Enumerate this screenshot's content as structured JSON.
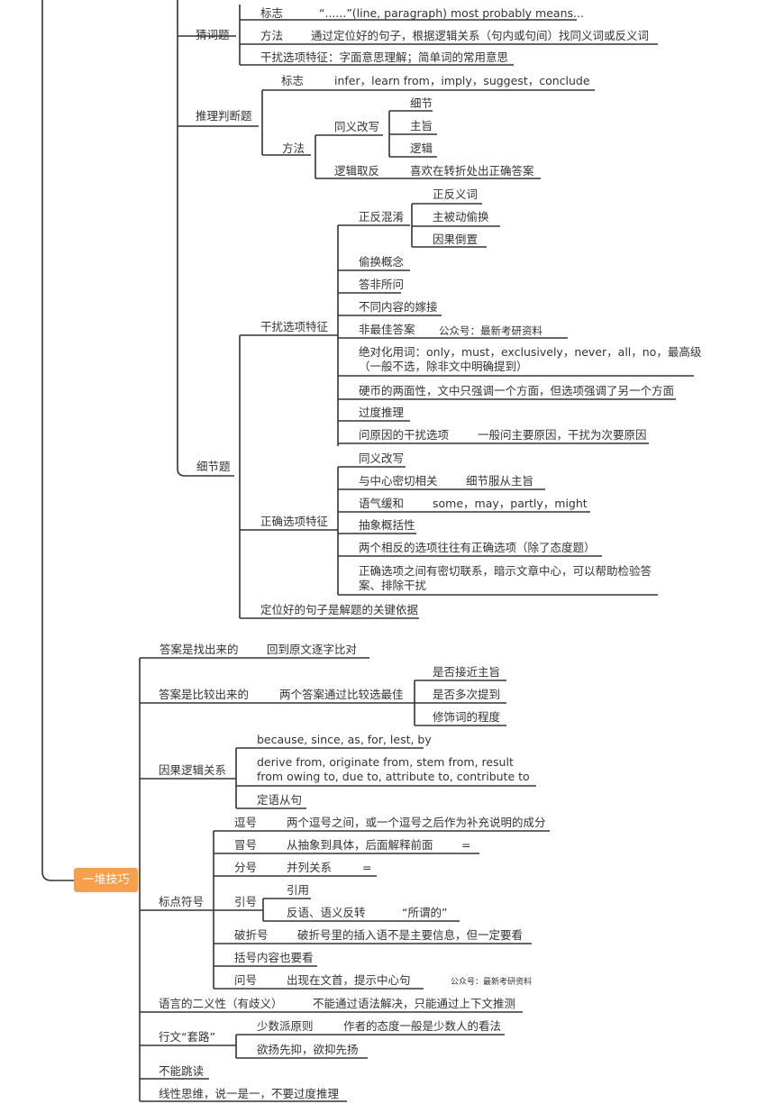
{
  "root": {
    "label": "一堆技巧"
  },
  "top": {
    "guess": {
      "title": "猜词题",
      "marker_label": "标志",
      "marker_value": "“......”(line, paragraph) most probably means...",
      "method_label": "方法",
      "method_value": "通过定位好的句子，根据逻辑关系（句内或句间）找同义词或反义词",
      "distractor": "干扰选项特征：字面意思理解；简单词的常用意思"
    },
    "inference": {
      "title": "推理判断题",
      "marker_label": "标志",
      "marker_value": "infer，learn from，imply，suggest，conclude",
      "method_label": "方法",
      "paraphrase": "同义改写",
      "paraphrase_items": [
        "细节",
        "主旨",
        "逻辑"
      ],
      "reverse": "逻辑取反",
      "reverse_value": "喜欢在转折处出正确答案"
    },
    "detail": {
      "title": "细节题",
      "distractor_title": "干扰选项特征",
      "mix": "正反混淆",
      "mix_items": [
        "正反义词",
        "主被动偷换",
        "因果倒置"
      ],
      "distractors": {
        "concept": "偷换概念",
        "off_topic": "答非所问",
        "graft": "不同内容的嫁接",
        "not_best": "非最佳答案",
        "watermark": "公众号：最新考研资料",
        "absolute_1": "绝对化用词：only，must，exclusively，never，all，no，最高级",
        "absolute_2": "（一般不选，除非文中明确提到）",
        "coin": "硬币的两面性，文中只强调一个方面，但选项强调了另一个方面",
        "over": "过度推理",
        "cause": "问原因的干扰选项",
        "cause_value": "一般问主要原因，干扰为次要原因"
      },
      "correct_title": "正确选项特征",
      "correct": {
        "paraphrase": "同义改写",
        "center": "与中心密切相关",
        "center_value": "细节服从主旨",
        "mild": "语气缓和",
        "mild_value": "some，may，partly，might",
        "abstract": "抽象概括性",
        "opposite": "两个相反的选项往往有正确选项（除了态度题）",
        "link": "正确选项之间有密切联系，暗示文章中心，可以帮助检验答案、排除干扰"
      },
      "key": "定位好的句子是解题的关键依据"
    }
  },
  "bottom": {
    "found_label": "答案是找出来的",
    "found_value": "回到原文逐字比对",
    "compared_label": "答案是比较出来的",
    "compared_value": "两个答案通过比较选最佳",
    "compared_items": [
      "是否接近主旨",
      "是否多次提到",
      "修饰词的程度"
    ],
    "causal_label": "因果逻辑关系",
    "causal_1": "because, since, as, for, lest, by",
    "causal_2": "derive from, originate from, stem from, result from owing to, due to, attribute to, contribute to",
    "causal_3": "定语从句",
    "punct_label": "标点符号",
    "comma_label": "逗号",
    "comma_value": "两个逗号之间，或一个逗号之后作为补充说明的成分",
    "colon_label": "冒号",
    "colon_value": "从抽象到具体，后面解释前面",
    "colon_sign": "=",
    "semicolon_label": "分号",
    "semicolon_value": "并列关系",
    "semicolon_sign": "=",
    "quote_label": "引号",
    "quote_items": [
      "引用",
      "反语、语义反转"
    ],
    "quote_example": "“所谓的”",
    "dash_label": "破折号",
    "dash_value": "破折号里的插入语不是主要信息，但一定要看",
    "paren": "括号内容也要看",
    "question_label": "问号",
    "question_value": "出现在文首，提示中心句",
    "watermark": "公众号：最新考研资料",
    "dual_label": "语言的二义性（有歧义）",
    "dual_value": "不能通过语法解决，只能通过上下文推测",
    "routine_label": "行文“套路”",
    "minority": "少数派原则",
    "minority_value": "作者的态度一般是少数人的看法",
    "praise": "欲扬先抑，欲抑先扬",
    "noskip": "不能跳读",
    "linear": "线性思维，说一是一，不要过度推理"
  }
}
